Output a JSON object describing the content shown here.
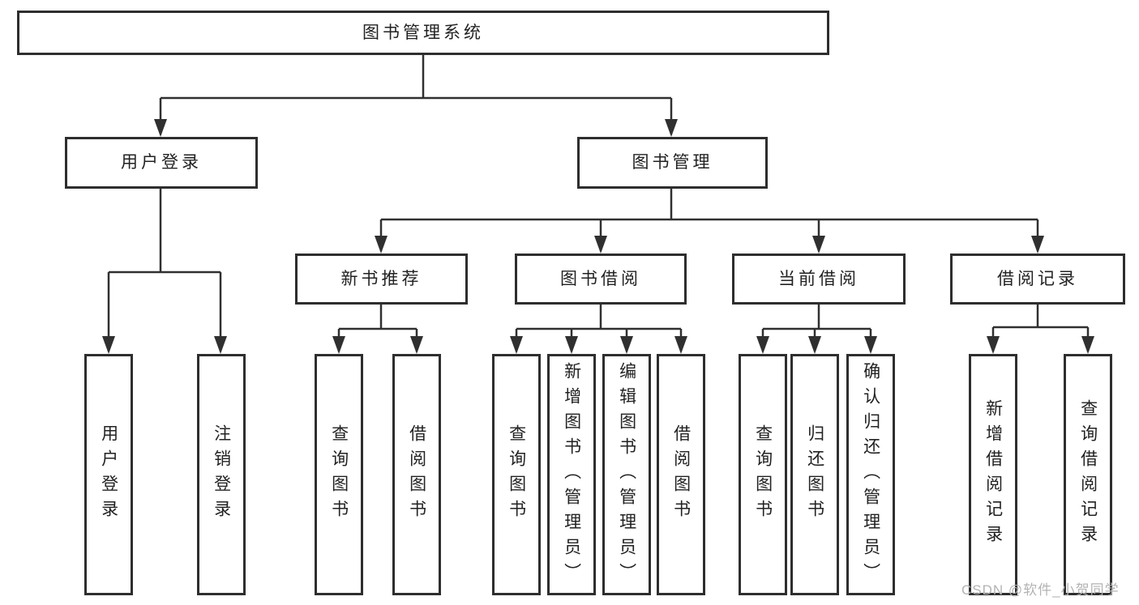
{
  "diagram": {
    "root": {
      "label": "图书管理系统"
    },
    "branches": [
      {
        "label": "用户登录",
        "children": [
          {
            "label": "用户登录"
          },
          {
            "label": "注销登录"
          }
        ]
      },
      {
        "label": "图书管理",
        "children": [
          {
            "label": "新书推荐",
            "children": [
              {
                "label": "查询图书"
              },
              {
                "label": "借阅图书"
              }
            ]
          },
          {
            "label": "图书借阅",
            "children": [
              {
                "label": "查询图书"
              },
              {
                "label": "新增图书（管理员）"
              },
              {
                "label": "编辑图书（管理员）"
              },
              {
                "label": "借阅图书"
              }
            ]
          },
          {
            "label": "当前借阅",
            "children": [
              {
                "label": "查询图书"
              },
              {
                "label": "归还图书"
              },
              {
                "label": "确认归还（管理员）"
              }
            ]
          },
          {
            "label": "借阅记录",
            "children": [
              {
                "label": "新增借阅记录"
              },
              {
                "label": "查询借阅记录"
              }
            ]
          }
        ]
      }
    ],
    "watermark": "CSDN @软件_小贺同学",
    "colors": {
      "line": "#303030",
      "box_border": "#2e2e2e",
      "text": "#222222",
      "background": "#ffffff",
      "watermark": "#b3b3b3"
    }
  }
}
